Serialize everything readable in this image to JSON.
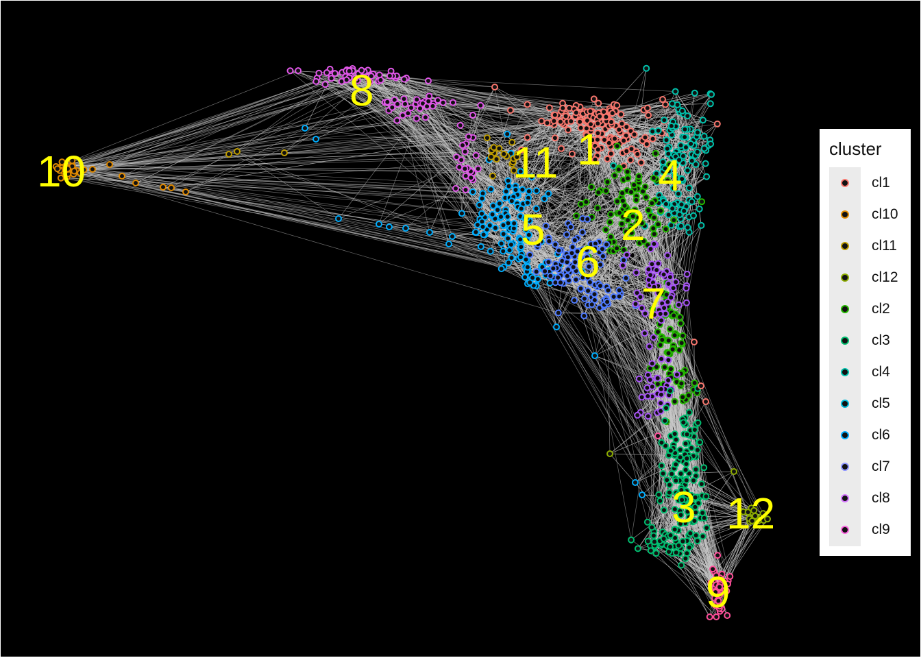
{
  "legend": {
    "title": "cluster",
    "items": [
      {
        "label": "cl1",
        "color": "#f8766d"
      },
      {
        "label": "cl10",
        "color": "#e18a00"
      },
      {
        "label": "cl11",
        "color": "#be9c00"
      },
      {
        "label": "cl12",
        "color": "#8cab00"
      },
      {
        "label": "cl2",
        "color": "#24b700"
      },
      {
        "label": "cl3",
        "color": "#00be70"
      },
      {
        "label": "cl4",
        "color": "#00c1ab"
      },
      {
        "label": "cl5",
        "color": "#00bbda"
      },
      {
        "label": "cl6",
        "color": "#00acfc"
      },
      {
        "label": "cl7",
        "color": "#8b93ff"
      },
      {
        "label": "cl8",
        "color": "#d575fe"
      },
      {
        "label": "cl9",
        "color": "#f962dd"
      }
    ]
  },
  "clusters": [
    {
      "id": "cl1",
      "label": "1",
      "color": "#f8766d"
    },
    {
      "id": "cl2",
      "label": "2",
      "color": "#24b700"
    },
    {
      "id": "cl3",
      "label": "3",
      "color": "#00be70"
    },
    {
      "id": "cl4",
      "label": "4",
      "color": "#00c1ab"
    },
    {
      "id": "cl5",
      "label": "5",
      "color": "#00acfc"
    },
    {
      "id": "cl6",
      "label": "6",
      "color": "#4f7bff"
    },
    {
      "id": "cl7",
      "label": "7",
      "color": "#a855f7"
    },
    {
      "id": "cl8",
      "label": "8",
      "color": "#e056e8"
    },
    {
      "id": "cl9",
      "label": "9",
      "color": "#ff4f9a"
    },
    {
      "id": "cl10",
      "label": "10",
      "color": "#e18a00"
    },
    {
      "id": "cl11",
      "label": "11",
      "color": "#be9c00"
    },
    {
      "id": "cl12",
      "label": "12",
      "color": "#8cab00"
    }
  ],
  "colors": {
    "background": "#000000",
    "edge": "#c8c8c8",
    "label": "#ffff00"
  }
}
